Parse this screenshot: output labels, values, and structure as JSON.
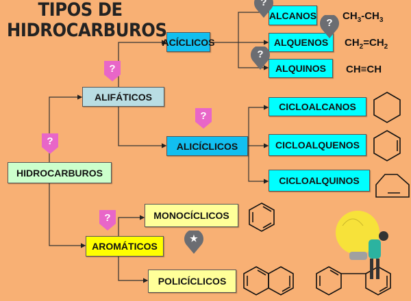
{
  "title": {
    "line1": "TIPOS DE",
    "line2": "HIDROCARBUROS"
  },
  "nodes": {
    "hidrocarburos": "HIDROCARBUROS",
    "alifaticos": "ALIFÁTICOS",
    "aromaticos": "AROMÁTICOS",
    "aciclicos": "ACÍCLICOS",
    "aliciclicos": "ALICÍCLICOS",
    "alcanos": "ALCANOS",
    "alquenos": "ALQUENOS",
    "alquinos": "ALQUINOS",
    "cicloalcanos": "CICLOALCANOS",
    "cicloalquenos": "CICLOALQUENOS",
    "cicloalquinos": "CICLOALQUINOS",
    "monociclicos": "MONOCÍCLICOS",
    "policiclicos": "POLICÍCLICOS"
  },
  "formulas": {
    "alcano": {
      "a": "CH",
      "s1": "3",
      "b": "-CH",
      "s2": "3"
    },
    "alqueno": {
      "a": "CH",
      "s1": "2",
      "b": "=CH",
      "s2": "2"
    },
    "alquino": "CH≡CH"
  },
  "markers": {
    "question": "?",
    "star": "★"
  },
  "colors": {
    "background": "#f8b074",
    "aciclicos": "#12bff0",
    "alkane": "#00ffff",
    "alifaticos": "#b9dde3",
    "hidrocarburos": "#ccffcc",
    "aromaticos": "#ffff00",
    "aromatic_sub": "#ffff99",
    "pink_marker": "#e866c8",
    "gray_marker": "#6b6d72"
  }
}
